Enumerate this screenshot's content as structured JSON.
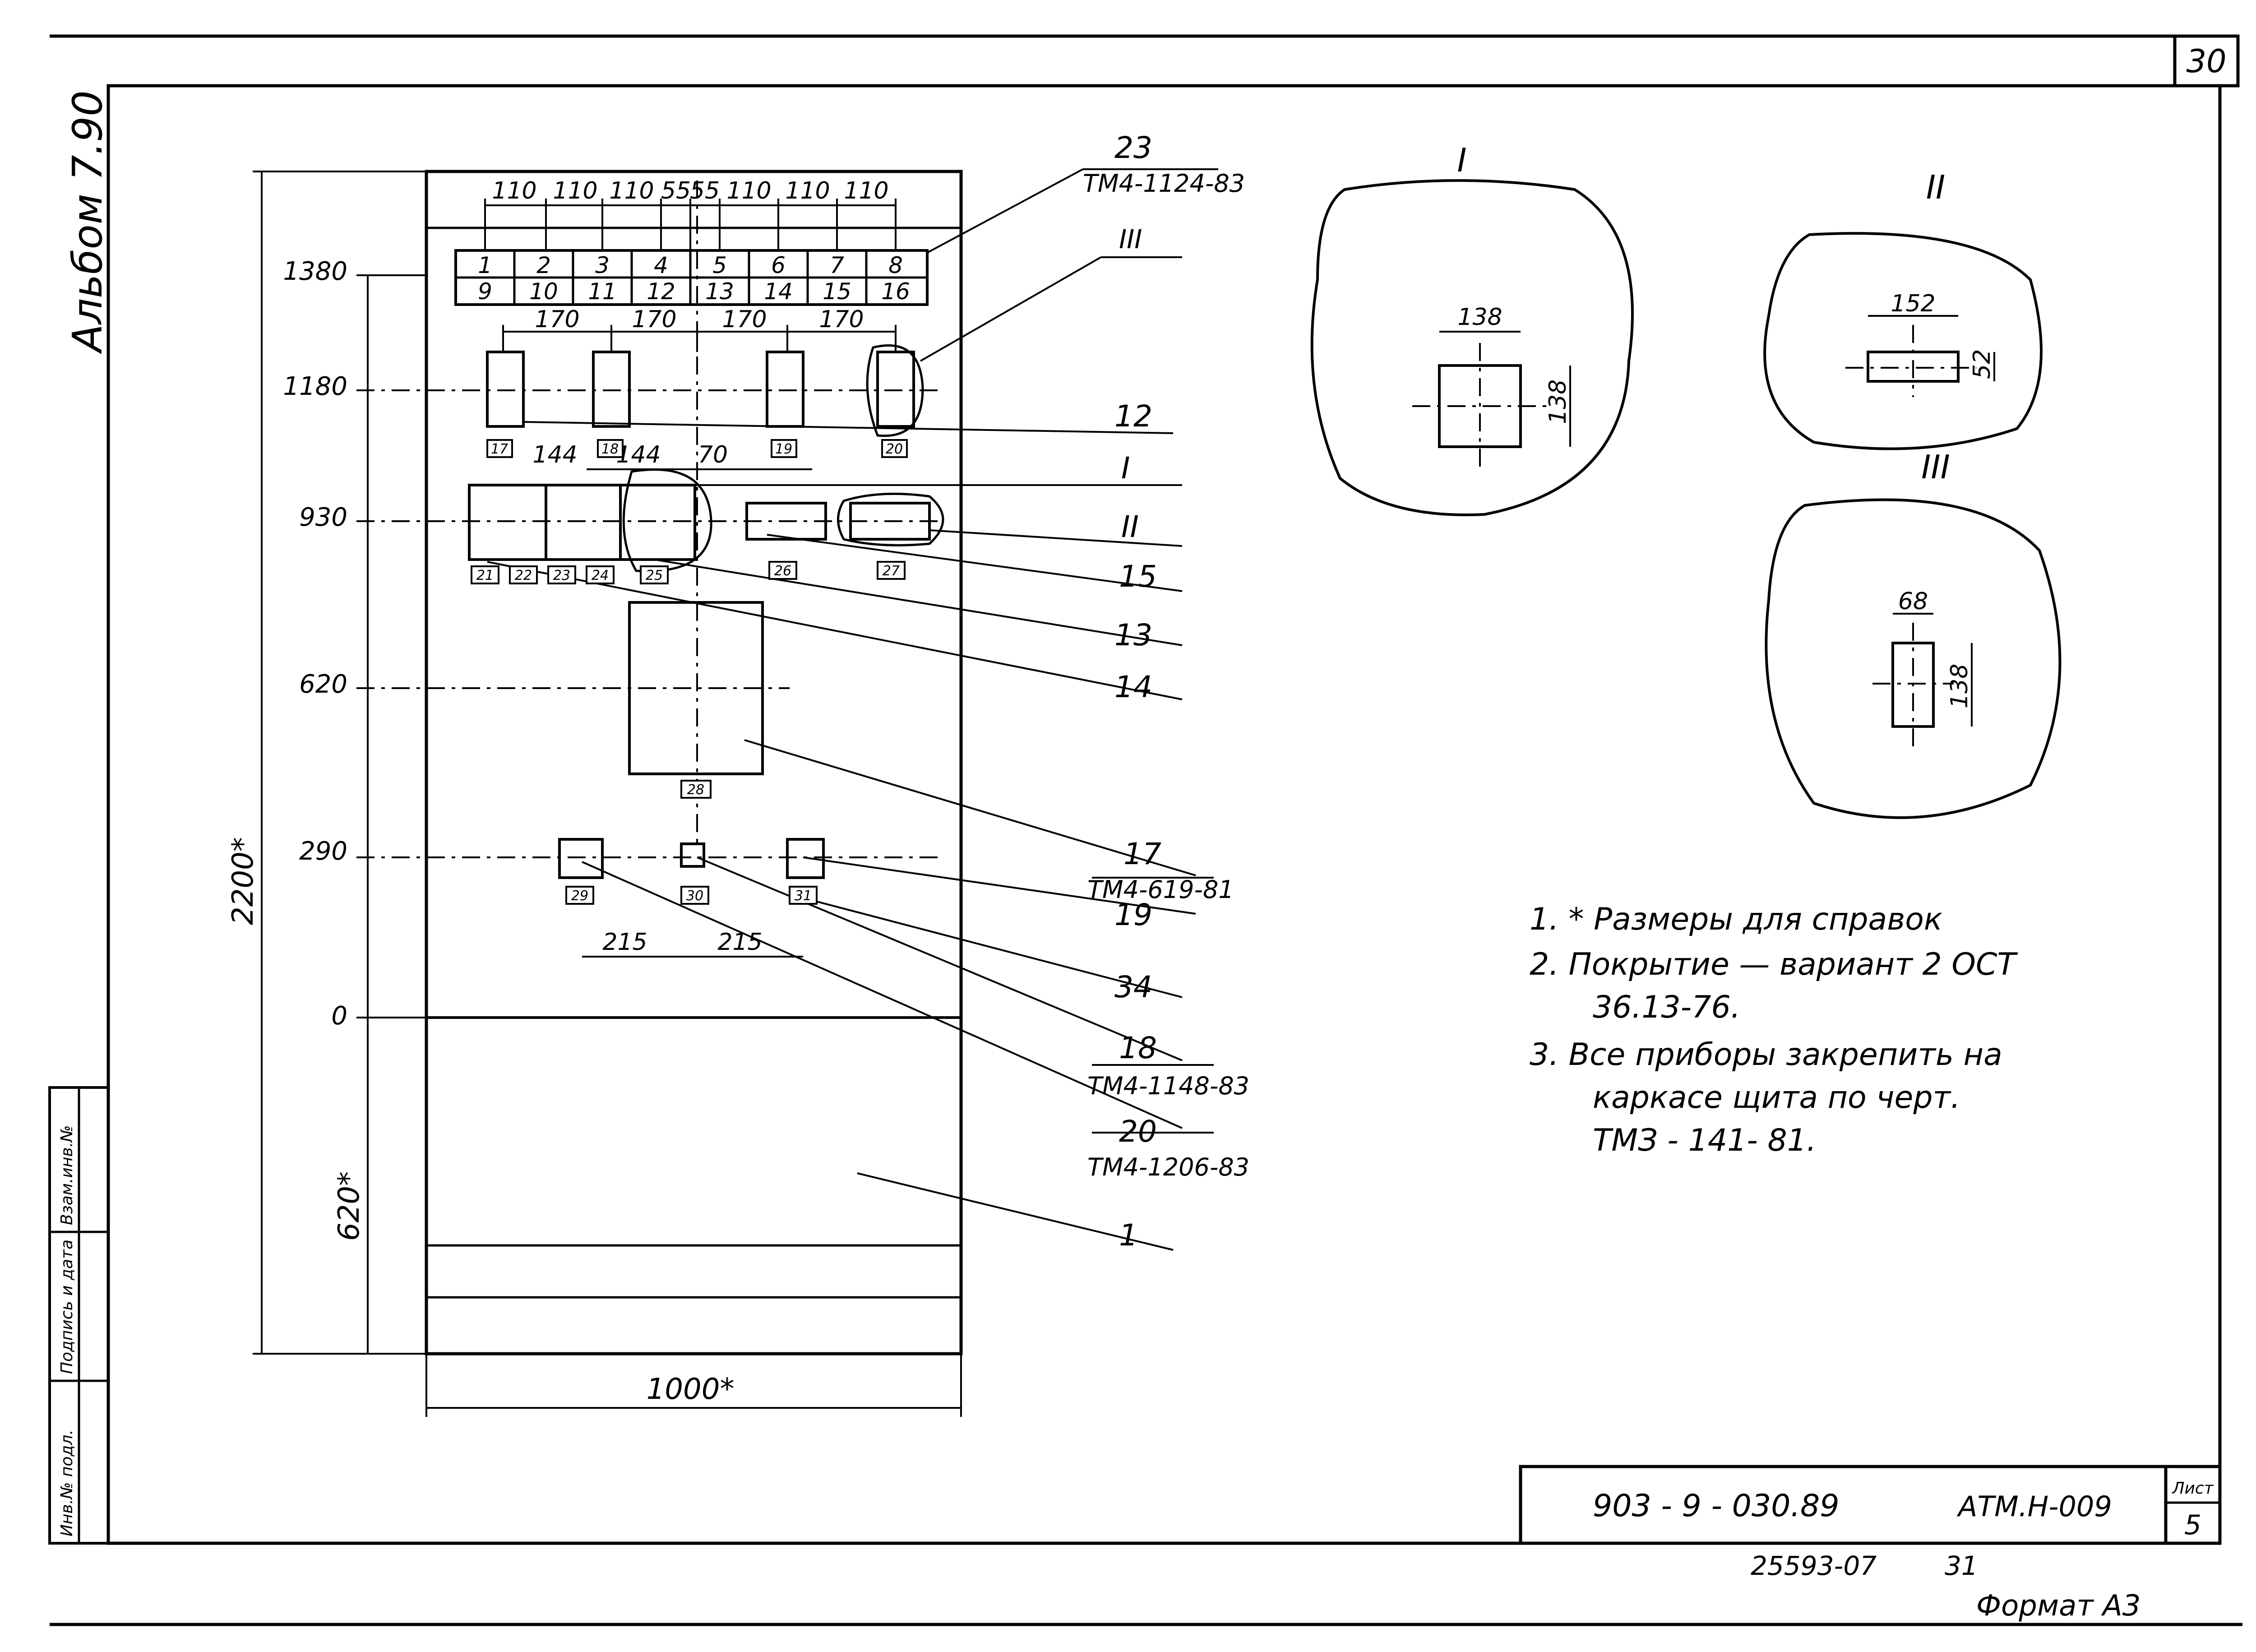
{
  "sheet_corner": "30",
  "album_label": "Альбом 7.90",
  "dims": {
    "top_spacing": [
      "110",
      "110",
      "110",
      "55",
      "55",
      "110",
      "110",
      "110"
    ],
    "row_spacing": [
      "170",
      "170",
      "170",
      "170"
    ],
    "mid_spacing": [
      "144",
      "144",
      "70"
    ],
    "bottom_spacing": [
      "215",
      "215"
    ],
    "height_total": "2200*",
    "height_base": "620*",
    "width_total": "1000*"
  },
  "levels": [
    "1380",
    "1180",
    "930",
    "620",
    "290",
    "0"
  ],
  "top_terminals_row1": [
    "1",
    "2",
    "3",
    "4",
    "5",
    "6",
    "7",
    "8"
  ],
  "top_terminals_row2": [
    "9",
    "10",
    "11",
    "12",
    "13",
    "14",
    "15",
    "16"
  ],
  "device_tags": [
    "17",
    "18",
    "19",
    "20",
    "21",
    "22",
    "23",
    "24",
    "25",
    "26",
    "27",
    "28",
    "29",
    "30",
    "31"
  ],
  "callouts": {
    "c23": "23",
    "c23_ref": "ТМ4-1124-83",
    "cIII": "III",
    "c12": "12",
    "cI": "I",
    "cII": "II",
    "c15": "15",
    "c13": "13",
    "c14": "14",
    "c17": "17",
    "c17_ref": "ТМ4-619-81",
    "c19": "19",
    "c34": "34",
    "c18": "18",
    "c18_ref": "ТМ4-1148-83",
    "c20": "20",
    "c20_ref": "ТМ4-1206-83",
    "c1": "1"
  },
  "details": {
    "I": {
      "title": "I",
      "w": "138",
      "h": "138"
    },
    "II": {
      "title": "II",
      "w": "152",
      "h": "52"
    },
    "III": {
      "title": "III",
      "w": "68",
      "h": "138"
    }
  },
  "notes": [
    "1. * Размеры для справок",
    "2. Покрытие — вариант 2 ОСТ",
    "36.13-76.",
    "3. Все приборы закрепить на",
    "каркасе щита  по черт.",
    "ТМЗ - 141- 81."
  ],
  "stamp_columns": [
    "Инв.№ подл.",
    "Подпись и дата",
    "Взам.инв.№"
  ],
  "title_block": {
    "code": "903 - 9 - 030.89",
    "doc": "АТМ.Н-009",
    "sheet_label": "Лист",
    "sheet_no": "5"
  },
  "footer_number": "25593-07",
  "footer_copy": "31",
  "format": "Формат А3"
}
